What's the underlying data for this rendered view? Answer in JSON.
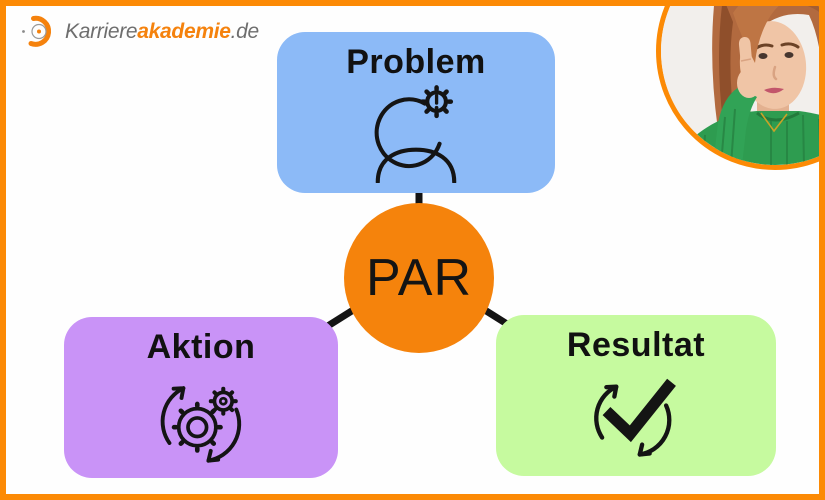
{
  "brand": {
    "karriere": "Karriere",
    "akademie": "akademie",
    "suffix": ".de",
    "accent_color": "#F5820D",
    "gray_color": "#6E6E6E"
  },
  "diagram": {
    "center": {
      "label": "PAR",
      "color": "#F5830C"
    },
    "nodes": [
      {
        "id": "problem",
        "label": "Problem",
        "color": "#8CBAF7",
        "icon": "person-head-gear-exclamation-icon"
      },
      {
        "id": "aktion",
        "label": "Aktion",
        "color": "#C993F7",
        "icon": "gears-cycle-arrows-icon"
      },
      {
        "id": "resultat",
        "label": "Resultat",
        "color": "#C6FA9F",
        "icon": "checkmark-cycle-arrows-icon"
      }
    ],
    "connector_color": "#141414"
  },
  "photo": {
    "semantic": "woman-thinking-portrait",
    "border_color": "#FC8A05"
  },
  "frame": {
    "border_color": "#FC8A05",
    "background": "#FEFEFE"
  }
}
